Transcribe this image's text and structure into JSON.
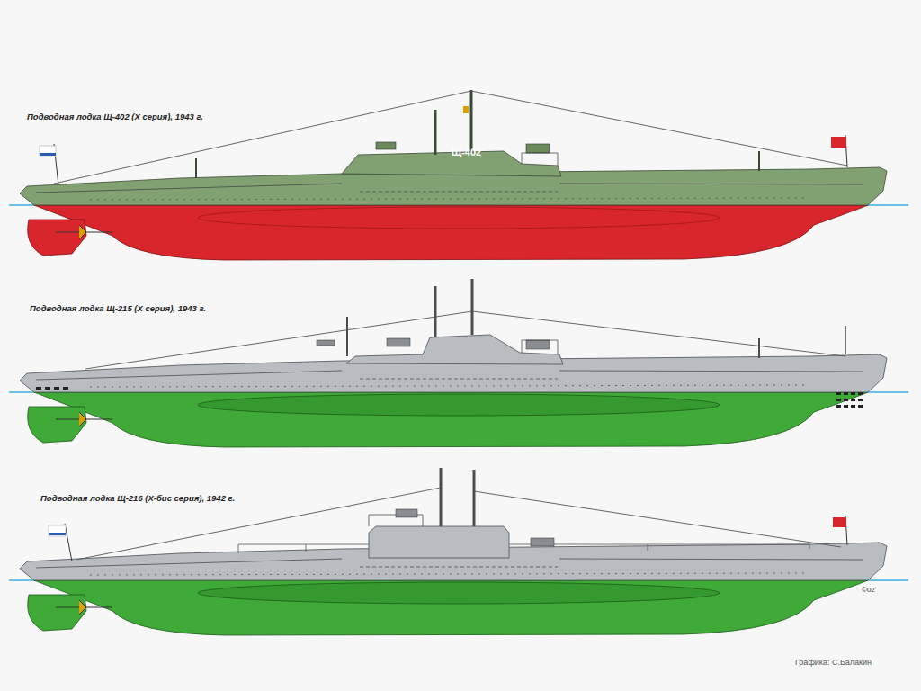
{
  "diagram": {
    "labels": [
      "Подводная лодка Щ-402 (X серия), 1943 г.",
      "Щ-402",
      "Подводная лодка Щ-215 (X серия), 1943 г.",
      "Подводная лодка Щ-216 (X-бис серия), 1942 г.",
      "©02",
      "Графика: С.Балакин"
    ]
  }
}
